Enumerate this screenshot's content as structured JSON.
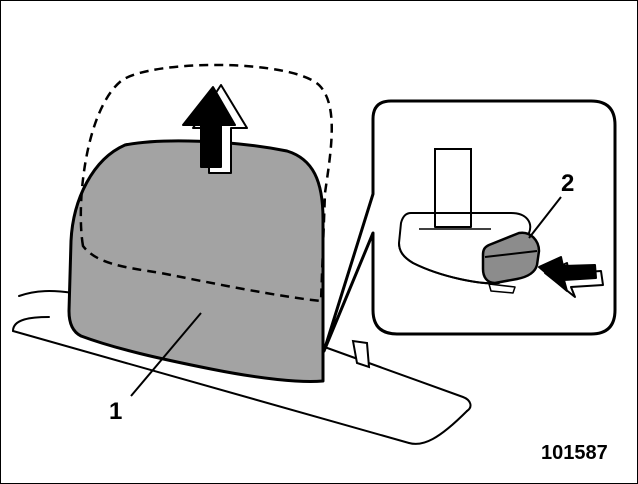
{
  "figure": {
    "callouts": {
      "headrest": "1",
      "release_button": "2"
    },
    "figure_number": "101587"
  },
  "colors": {
    "headrest_fill": "#a3a3a3",
    "button_fill": "#8c8c8c",
    "line": "#000000",
    "background": "#ffffff"
  }
}
